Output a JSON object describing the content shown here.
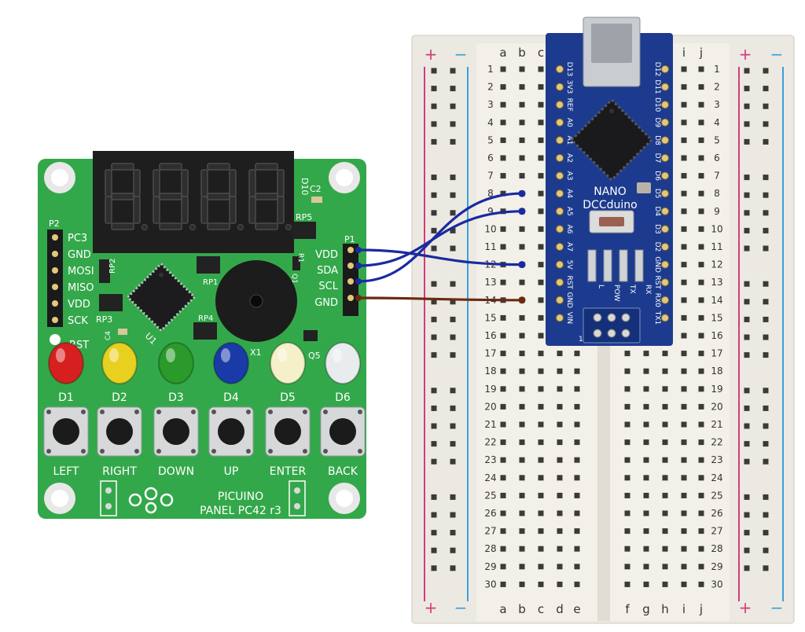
{
  "panel": {
    "display_label": "D10",
    "cap_labels": [
      "C2",
      "C4"
    ],
    "rp_labels": [
      "RP5",
      "RP2",
      "RP1",
      "RP3",
      "RP4",
      "R1",
      "Q1"
    ],
    "p2_header": "P2",
    "p2_pins": [
      "PC3",
      "GND",
      "MOSI",
      "MISO",
      "VDD",
      "SCK"
    ],
    "rst_label": "RST",
    "u1_label": "U1",
    "x1_label": "X1",
    "q5_label": "Q5",
    "p1_header": "P1",
    "p1_pins": [
      "VDD",
      "SDA",
      "SCL",
      "GND"
    ],
    "leds": [
      {
        "label": "D1",
        "color": "#d62020"
      },
      {
        "label": "D2",
        "color": "#e8d020"
      },
      {
        "label": "D3",
        "color": "#2a9a2a"
      },
      {
        "label": "D4",
        "color": "#1a3aa8"
      },
      {
        "label": "D5",
        "color": "#f5f0c8"
      },
      {
        "label": "D6",
        "color": "#e8ecef"
      }
    ],
    "buttons": [
      "LEFT",
      "RIGHT",
      "DOWN",
      "UP",
      "ENTER",
      "BACK"
    ],
    "brand_line1": "PICUINO",
    "brand_line2": "PANEL PC42 r3",
    "pcb_color": "#33a84a"
  },
  "breadboard": {
    "rail_plus": "+",
    "rail_minus": "−",
    "cols_left": [
      "a",
      "b",
      "c",
      "d",
      "e"
    ],
    "cols_right": [
      "f",
      "g",
      "h",
      "i",
      "j"
    ],
    "rows": [
      "1",
      "2",
      "3",
      "4",
      "5",
      "6",
      "7",
      "8",
      "9",
      "10",
      "11",
      "12",
      "13",
      "14",
      "15",
      "16",
      "17",
      "18",
      "19",
      "20",
      "21",
      "22",
      "23",
      "24",
      "25",
      "26",
      "27",
      "28",
      "29",
      "30"
    ],
    "rail_red": "#d23c7a",
    "rail_blue": "#3aa0d8"
  },
  "nano": {
    "name_line1": "NANO",
    "name_line2": "DCCduino",
    "left_pins": [
      "D13",
      "3V3",
      "REF",
      "A0",
      "A1",
      "A2",
      "A3",
      "A4",
      "A5",
      "A6",
      "A7",
      "5V",
      "RST",
      "GND",
      "VIN"
    ],
    "right_pins": [
      "D12",
      "D11",
      "D10",
      "D9",
      "D8",
      "D7",
      "D6",
      "D5",
      "D4",
      "D3",
      "D2",
      "GND",
      "RST",
      "RX0",
      "TX1"
    ],
    "leds": [
      "L",
      "POW",
      "TX",
      "RX"
    ],
    "icsp_marker": "1",
    "board_color": "#1d3b8e"
  },
  "wires": [
    {
      "from": "VDD",
      "to_row": "12",
      "color": "#1a2aa0"
    },
    {
      "from": "SDA",
      "to_row": "9",
      "color": "#1a2aa0"
    },
    {
      "from": "SCL",
      "to_row": "8",
      "color": "#1a2aa0"
    },
    {
      "from": "GND",
      "to_row": "14",
      "color": "#6b2a10"
    }
  ]
}
